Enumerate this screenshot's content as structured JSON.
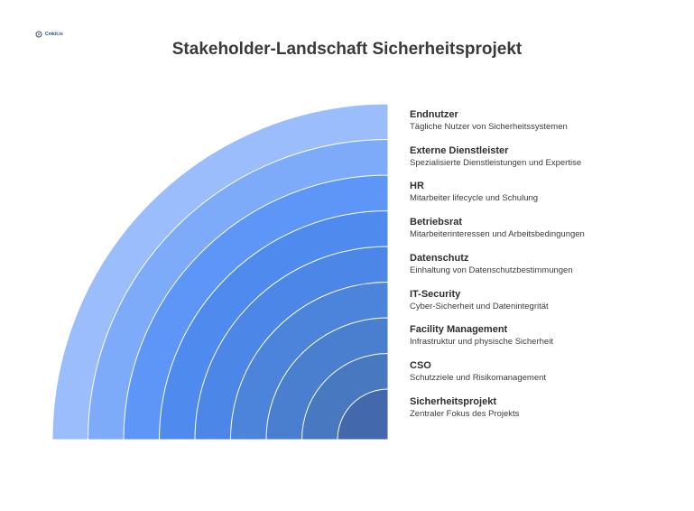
{
  "logo": {
    "text": "Cmkit.io"
  },
  "title": "Stakeholder-Landschaft Sicherheitsprojekt",
  "stakeholders": [
    {
      "title": "Endnutzer",
      "desc": "Tägliche Nutzer von Sicherheitssystemen",
      "color": "#9bbdfb"
    },
    {
      "title": "Externe Dienstleister",
      "desc": "Spezialisierte Dienstleistungen und Expertise",
      "color": "#7eaafa"
    },
    {
      "title": "HR",
      "desc": "Mitarbeiter lifecycle und Schulung",
      "color": "#5d96f7"
    },
    {
      "title": "Betriebsrat",
      "desc": "Mitarbeiterinteressen und Arbeitsbedingungen",
      "color": "#4f8bef"
    },
    {
      "title": "Datenschutz",
      "desc": "Einhaltung von Datenschutzbestimmungen",
      "color": "#4c86e6"
    },
    {
      "title": "IT-Security",
      "desc": "Cyber-Sicherheit und Datenintegrität",
      "color": "#4c84dc"
    },
    {
      "title": "Facility Management",
      "desc": "Infrastruktur und physische Sicherheit",
      "color": "#4a7fd0"
    },
    {
      "title": "CSO",
      "desc": "Schutzziele und Risikomanagement",
      "color": "#4878bf"
    },
    {
      "title": "Sicherheitsprojekt",
      "desc": "Zentraler Fokus des Projekts",
      "color": "#4468ac"
    }
  ]
}
